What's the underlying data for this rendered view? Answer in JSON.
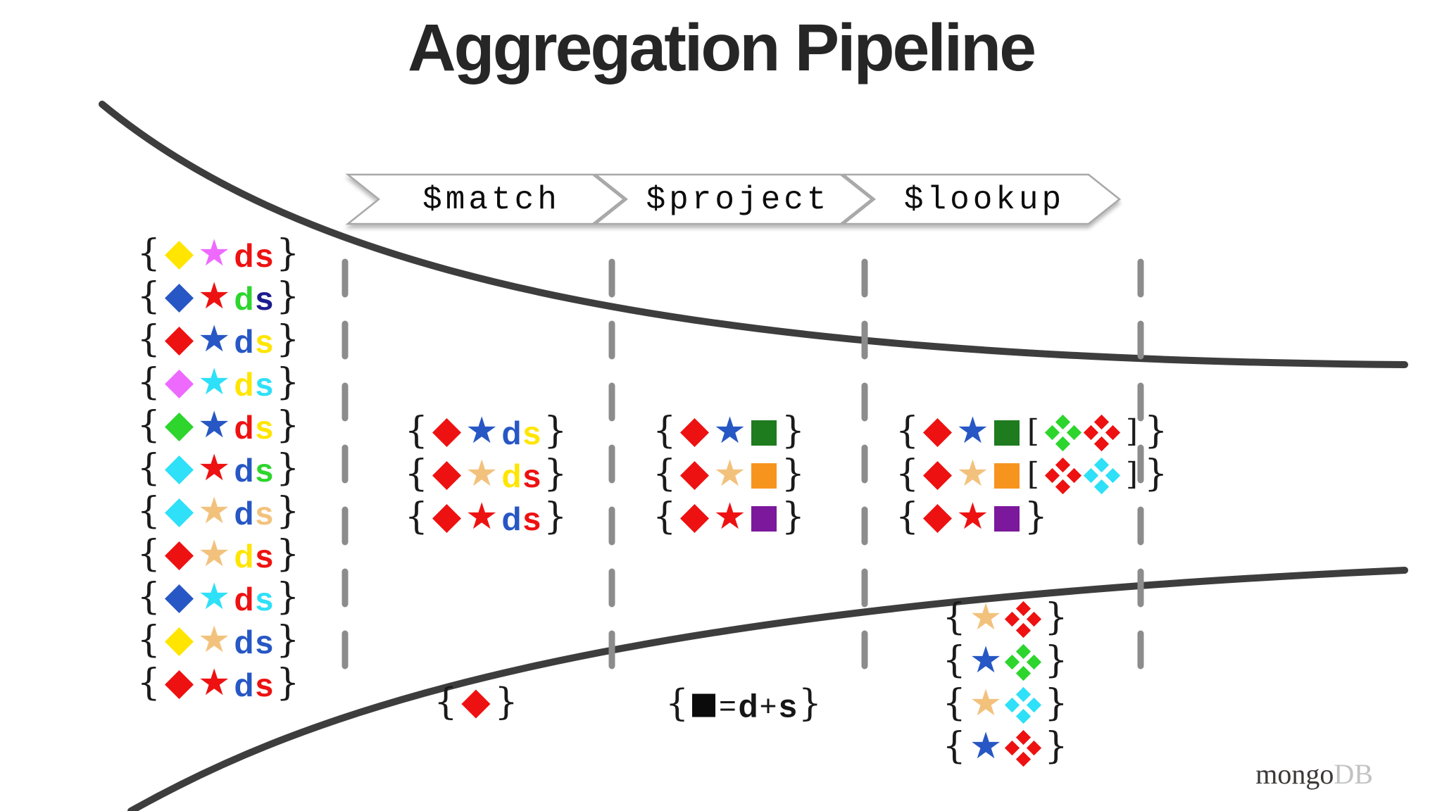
{
  "title": "Aggregation Pipeline",
  "stages": [
    {
      "label": "$match"
    },
    {
      "label": "$project"
    },
    {
      "label": "$lookup"
    }
  ],
  "glyphs": {
    "brace_open": "{",
    "brace_close": "}",
    "bracket_open": "[",
    "bracket_close": "]",
    "star": "★"
  },
  "colors": {
    "red": "#ee1111",
    "royal_blue": "#2757c4",
    "navy": "#1c1c8f",
    "bright_green": "#2dd52d",
    "dark_green_square": "#1e7b1e",
    "cyan": "#2ee0f8",
    "yellow": "#ffe500",
    "magenta": "#ee6aff",
    "tan": "#f2c27d",
    "orange_square": "#f7941e",
    "purple_square": "#7c189c",
    "black_square": "#0b0b0b",
    "curve_stroke": "#3d3d3d",
    "dash_stroke": "#8c8c8c"
  },
  "input_docs": [
    [
      {
        "shape": "diamond",
        "color": "#ffe500"
      },
      {
        "shape": "star",
        "color": "#ee6aff"
      },
      {
        "letter": "d",
        "color": "#ee1111"
      },
      {
        "letter": "s",
        "color": "#ee1111"
      }
    ],
    [
      {
        "shape": "diamond",
        "color": "#2757c4"
      },
      {
        "shape": "star",
        "color": "#ee1111"
      },
      {
        "letter": "d",
        "color": "#2dd52d"
      },
      {
        "letter": "s",
        "color": "#1c1c8f"
      }
    ],
    [
      {
        "shape": "diamond",
        "color": "#ee1111"
      },
      {
        "shape": "star",
        "color": "#2757c4"
      },
      {
        "letter": "d",
        "color": "#2757c4"
      },
      {
        "letter": "s",
        "color": "#ffe500"
      }
    ],
    [
      {
        "shape": "diamond",
        "color": "#ee6aff"
      },
      {
        "shape": "star",
        "color": "#2ee0f8"
      },
      {
        "letter": "d",
        "color": "#ffe500"
      },
      {
        "letter": "s",
        "color": "#2ee0f8"
      }
    ],
    [
      {
        "shape": "diamond",
        "color": "#2dd52d"
      },
      {
        "shape": "star",
        "color": "#2757c4"
      },
      {
        "letter": "d",
        "color": "#ee1111"
      },
      {
        "letter": "s",
        "color": "#ffe500"
      }
    ],
    [
      {
        "shape": "diamond",
        "color": "#2ee0f8"
      },
      {
        "shape": "star",
        "color": "#ee1111"
      },
      {
        "letter": "d",
        "color": "#2757c4"
      },
      {
        "letter": "s",
        "color": "#2dd52d"
      }
    ],
    [
      {
        "shape": "diamond",
        "color": "#2ee0f8"
      },
      {
        "shape": "star",
        "color": "#f2c27d"
      },
      {
        "letter": "d",
        "color": "#2757c4"
      },
      {
        "letter": "s",
        "color": "#f2c27d"
      }
    ],
    [
      {
        "shape": "diamond",
        "color": "#ee1111"
      },
      {
        "shape": "star",
        "color": "#f2c27d"
      },
      {
        "letter": "d",
        "color": "#ffe500"
      },
      {
        "letter": "s",
        "color": "#ee1111"
      }
    ],
    [
      {
        "shape": "diamond",
        "color": "#2757c4"
      },
      {
        "shape": "star",
        "color": "#2ee0f8"
      },
      {
        "letter": "d",
        "color": "#ee1111"
      },
      {
        "letter": "s",
        "color": "#2ee0f8"
      }
    ],
    [
      {
        "shape": "diamond",
        "color": "#ffe500"
      },
      {
        "shape": "star",
        "color": "#f2c27d"
      },
      {
        "letter": "d",
        "color": "#2757c4"
      },
      {
        "letter": "s",
        "color": "#2757c4"
      }
    ],
    [
      {
        "shape": "diamond",
        "color": "#ee1111"
      },
      {
        "shape": "star",
        "color": "#ee1111"
      },
      {
        "letter": "d",
        "color": "#2757c4"
      },
      {
        "letter": "s",
        "color": "#ee1111"
      }
    ]
  ],
  "match_docs": [
    [
      {
        "shape": "diamond",
        "color": "#ee1111"
      },
      {
        "shape": "star",
        "color": "#2757c4"
      },
      {
        "letter": "d",
        "color": "#2757c4"
      },
      {
        "letter": "s",
        "color": "#ffe500"
      }
    ],
    [
      {
        "shape": "diamond",
        "color": "#ee1111"
      },
      {
        "shape": "star",
        "color": "#f2c27d"
      },
      {
        "letter": "d",
        "color": "#ffe500"
      },
      {
        "letter": "s",
        "color": "#ee1111"
      }
    ],
    [
      {
        "shape": "diamond",
        "color": "#ee1111"
      },
      {
        "shape": "star",
        "color": "#ee1111"
      },
      {
        "letter": "d",
        "color": "#2757c4"
      },
      {
        "letter": "s",
        "color": "#ee1111"
      }
    ]
  ],
  "project_docs": [
    [
      {
        "shape": "diamond",
        "color": "#ee1111"
      },
      {
        "shape": "star",
        "color": "#2757c4"
      },
      {
        "shape": "square",
        "color": "#1e7b1e"
      }
    ],
    [
      {
        "shape": "diamond",
        "color": "#ee1111"
      },
      {
        "shape": "star",
        "color": "#f2c27d"
      },
      {
        "shape": "square",
        "color": "#f7941e"
      }
    ],
    [
      {
        "shape": "diamond",
        "color": "#ee1111"
      },
      {
        "shape": "star",
        "color": "#ee1111"
      },
      {
        "shape": "square",
        "color": "#7c189c"
      }
    ]
  ],
  "lookup_docs": [
    [
      {
        "shape": "diamond",
        "color": "#ee1111"
      },
      {
        "shape": "star",
        "color": "#2757c4"
      },
      {
        "shape": "square",
        "color": "#1e7b1e"
      },
      {
        "array": [
          {
            "shape": "cluster",
            "color": "#2dd52d"
          },
          {
            "shape": "cluster",
            "color": "#ee1111"
          }
        ]
      }
    ],
    [
      {
        "shape": "diamond",
        "color": "#ee1111"
      },
      {
        "shape": "star",
        "color": "#f2c27d"
      },
      {
        "shape": "square",
        "color": "#f7941e"
      },
      {
        "array": [
          {
            "shape": "cluster",
            "color": "#ee1111"
          },
          {
            "shape": "cluster",
            "color": "#2ee0f8"
          }
        ]
      }
    ],
    [
      {
        "shape": "diamond",
        "color": "#ee1111"
      },
      {
        "shape": "star",
        "color": "#ee1111"
      },
      {
        "shape": "square",
        "color": "#7c189c"
      }
    ]
  ],
  "lookup_collection_docs": [
    [
      {
        "shape": "star",
        "color": "#f2c27d"
      },
      {
        "shape": "cluster",
        "color": "#ee1111"
      }
    ],
    [
      {
        "shape": "star",
        "color": "#2757c4"
      },
      {
        "shape": "cluster",
        "color": "#2dd52d"
      }
    ],
    [
      {
        "shape": "star",
        "color": "#f2c27d"
      },
      {
        "shape": "cluster",
        "color": "#2ee0f8"
      }
    ],
    [
      {
        "shape": "star",
        "color": "#2757c4"
      },
      {
        "shape": "cluster",
        "color": "#ee1111"
      }
    ]
  ],
  "match_filter_doc": [
    [
      {
        "shape": "diamond",
        "color": "#ee1111"
      }
    ]
  ],
  "project_spec_doc": [
    [
      {
        "shape": "square",
        "color": "#0b0b0b"
      },
      {
        "op": "=",
        "color": "#161616"
      },
      {
        "letter": "d",
        "color": "#161616"
      },
      {
        "op": "+",
        "color": "#161616"
      },
      {
        "letter": "s",
        "color": "#161616"
      }
    ]
  ],
  "brand": {
    "prefix": "mongo",
    "suffix": "DB"
  }
}
